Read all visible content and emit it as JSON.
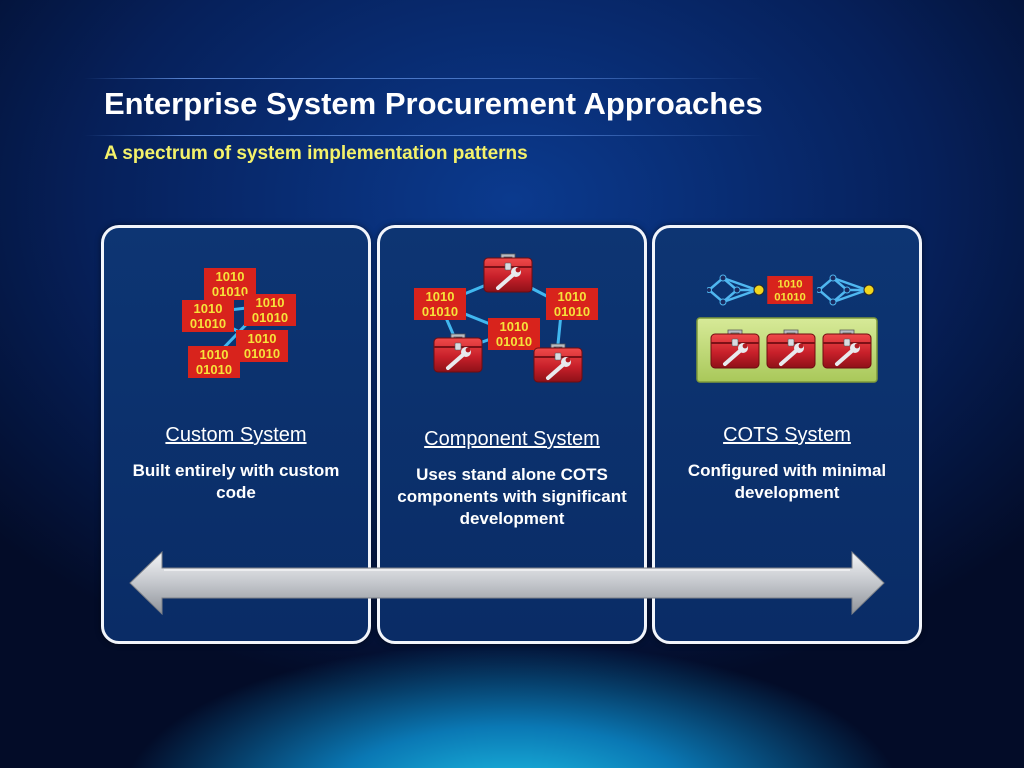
{
  "slide": {
    "title": "Enterprise System Procurement Approaches",
    "subtitle": "A spectrum of system implementation patterns"
  },
  "panels": [
    {
      "heading": "Custom System",
      "description": "Built entirely with custom code",
      "icons": [
        "binary-code-icon",
        "binary-code-icon",
        "binary-code-icon",
        "binary-code-icon",
        "binary-code-icon"
      ]
    },
    {
      "heading": "Component System",
      "description": "Uses stand alone COTS components with significant development",
      "icons": [
        "toolbox-icon",
        "binary-code-icon",
        "binary-code-icon",
        "binary-code-icon",
        "toolbox-icon",
        "toolbox-icon"
      ]
    },
    {
      "heading": "COTS System",
      "description": "Configured with minimal development",
      "icons": [
        "network-node-icon",
        "binary-code-icon",
        "network-node-icon",
        "toolbox-icon",
        "toolbox-icon",
        "toolbox-icon"
      ]
    }
  ],
  "binary_text": {
    "line1": "1010",
    "line2": "01010"
  },
  "colors": {
    "binary_block": "#d8231c",
    "binary_text": "#f6e23a",
    "connector": "#41b8f0",
    "toolbox": "#c8202a",
    "cots_tray": "#c6e07a",
    "title": "#ffffff",
    "subtitle": "#f4f26a",
    "panel_border": "#f2f5fb",
    "arrow": "#c9ccd2"
  },
  "spectrum_arrow": {
    "direction": "bidirectional"
  }
}
